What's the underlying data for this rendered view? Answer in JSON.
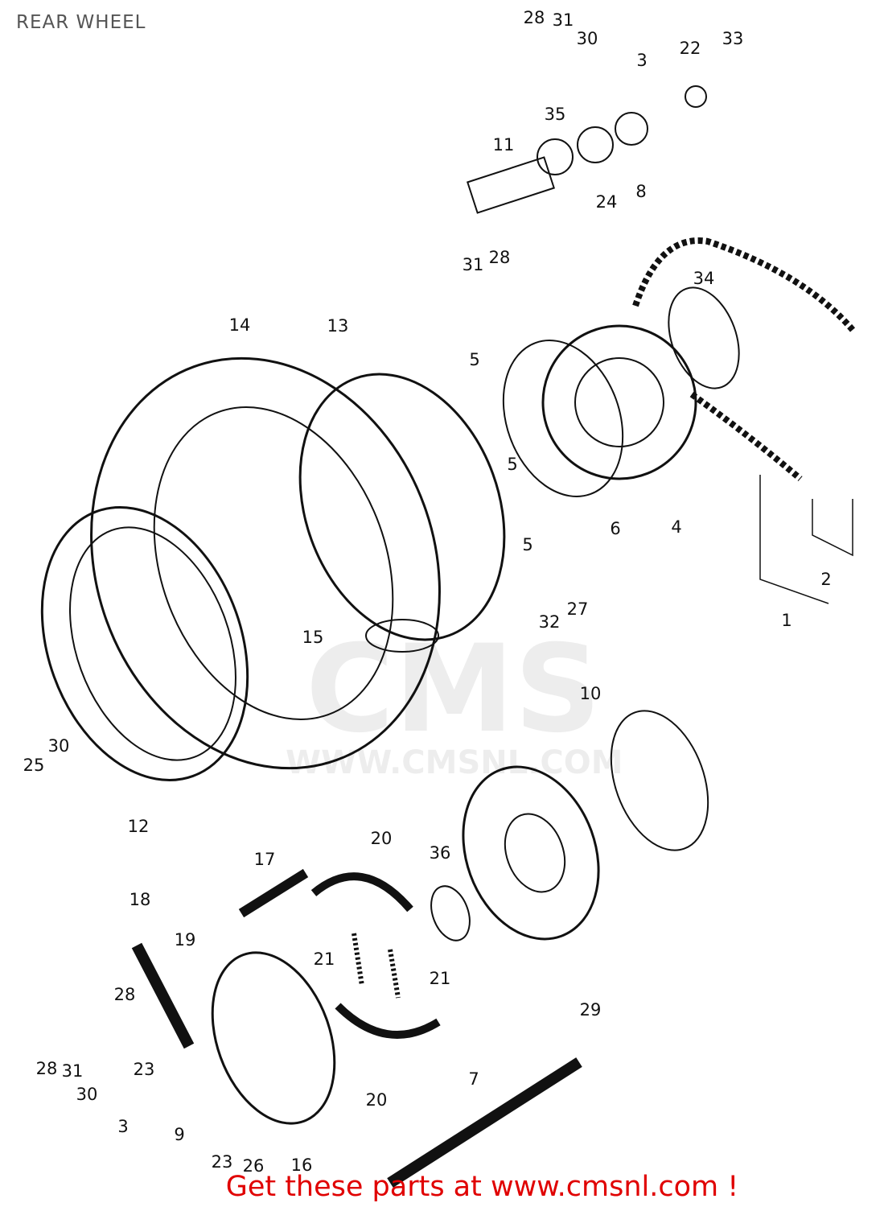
{
  "title": "REAR WHEEL",
  "footer": "Get these parts at www.cmsnl.com !",
  "watermark": {
    "logo": "CMS",
    "url": "WWW.CMSNL.COM"
  },
  "colors": {
    "footer": "#e00000",
    "title": "#555555"
  },
  "callouts": [
    "28",
    "31",
    "30",
    "3",
    "22",
    "33",
    "35",
    "11",
    "24",
    "8",
    "31",
    "28",
    "34",
    "14",
    "13",
    "5",
    "5",
    "5",
    "6",
    "4",
    "2",
    "1",
    "27",
    "32",
    "15",
    "10",
    "30",
    "25",
    "12",
    "20",
    "36",
    "17",
    "18",
    "19",
    "21",
    "21",
    "29",
    "28",
    "28",
    "31",
    "23",
    "30",
    "20",
    "7",
    "3",
    "9",
    "23",
    "26",
    "16"
  ]
}
